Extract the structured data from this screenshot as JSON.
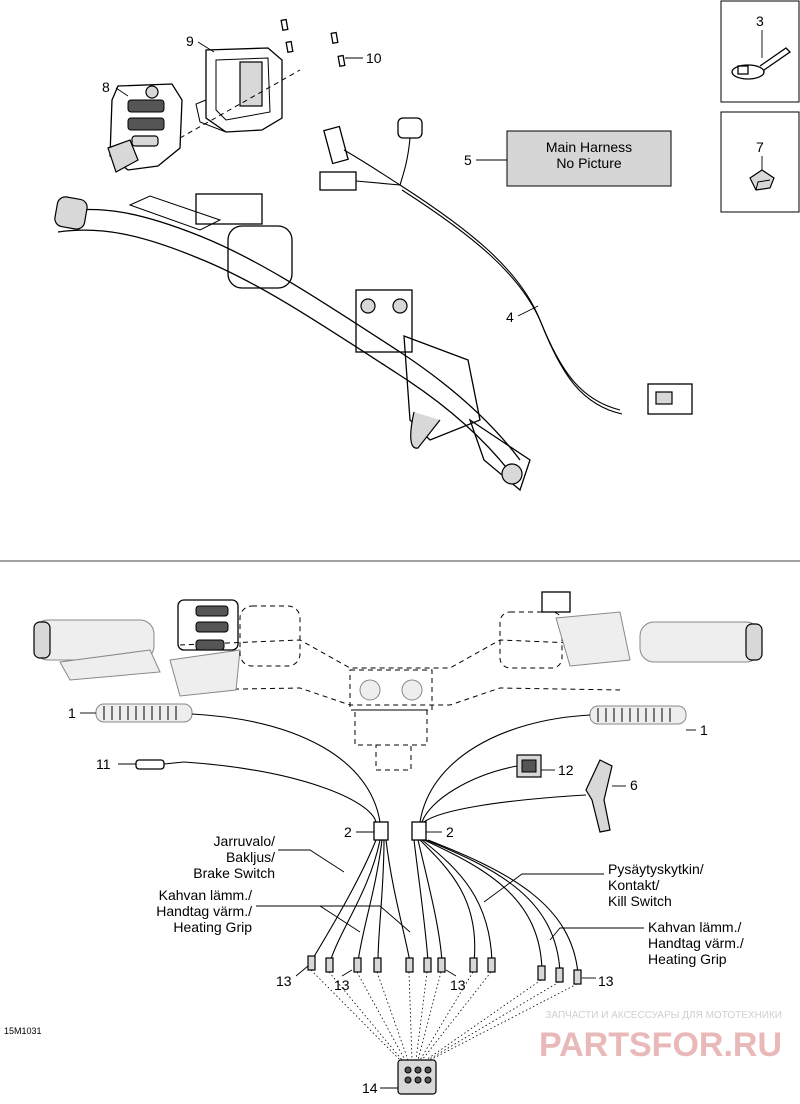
{
  "callouts": {
    "c1": "1",
    "c2": "2",
    "c3": "3",
    "c4": "4",
    "c5": "5",
    "c6": "6",
    "c7": "7",
    "c8": "8",
    "c9": "9",
    "c10": "10",
    "c11": "11",
    "c12": "12",
    "c13": "13",
    "c14": "14"
  },
  "main_harness": {
    "line1": "Main Harness",
    "line2": "No Picture"
  },
  "brake_switch": {
    "line1": "Jarruvalo/",
    "line2": "Bakljus/",
    "line3": "Brake Switch"
  },
  "heating_grip_left": {
    "line1": "Kahvan lämm./",
    "line2": "Handtag värm./",
    "line3": "Heating Grip"
  },
  "kill_switch": {
    "line1": "Pysäytyskytkin/",
    "line2": "Kontakt/",
    "line3": "Kill Switch"
  },
  "heating_grip_right": {
    "line1": "Kahvan lämm./",
    "line2": "Handtag värm./",
    "line3": "Heating Grip"
  },
  "diagram_code": "15M1031",
  "watermark": {
    "tagline": "ЗАПЧАСТИ И АКСЕССУАРЫ ДЛЯ МОТОТЕХНИКИ",
    "brand": "PARTSFOR.RU"
  },
  "colors": {
    "watermark_red": "#e9b8b8",
    "harness_box_fill": "#d6d6d6",
    "divider": "#444444"
  }
}
